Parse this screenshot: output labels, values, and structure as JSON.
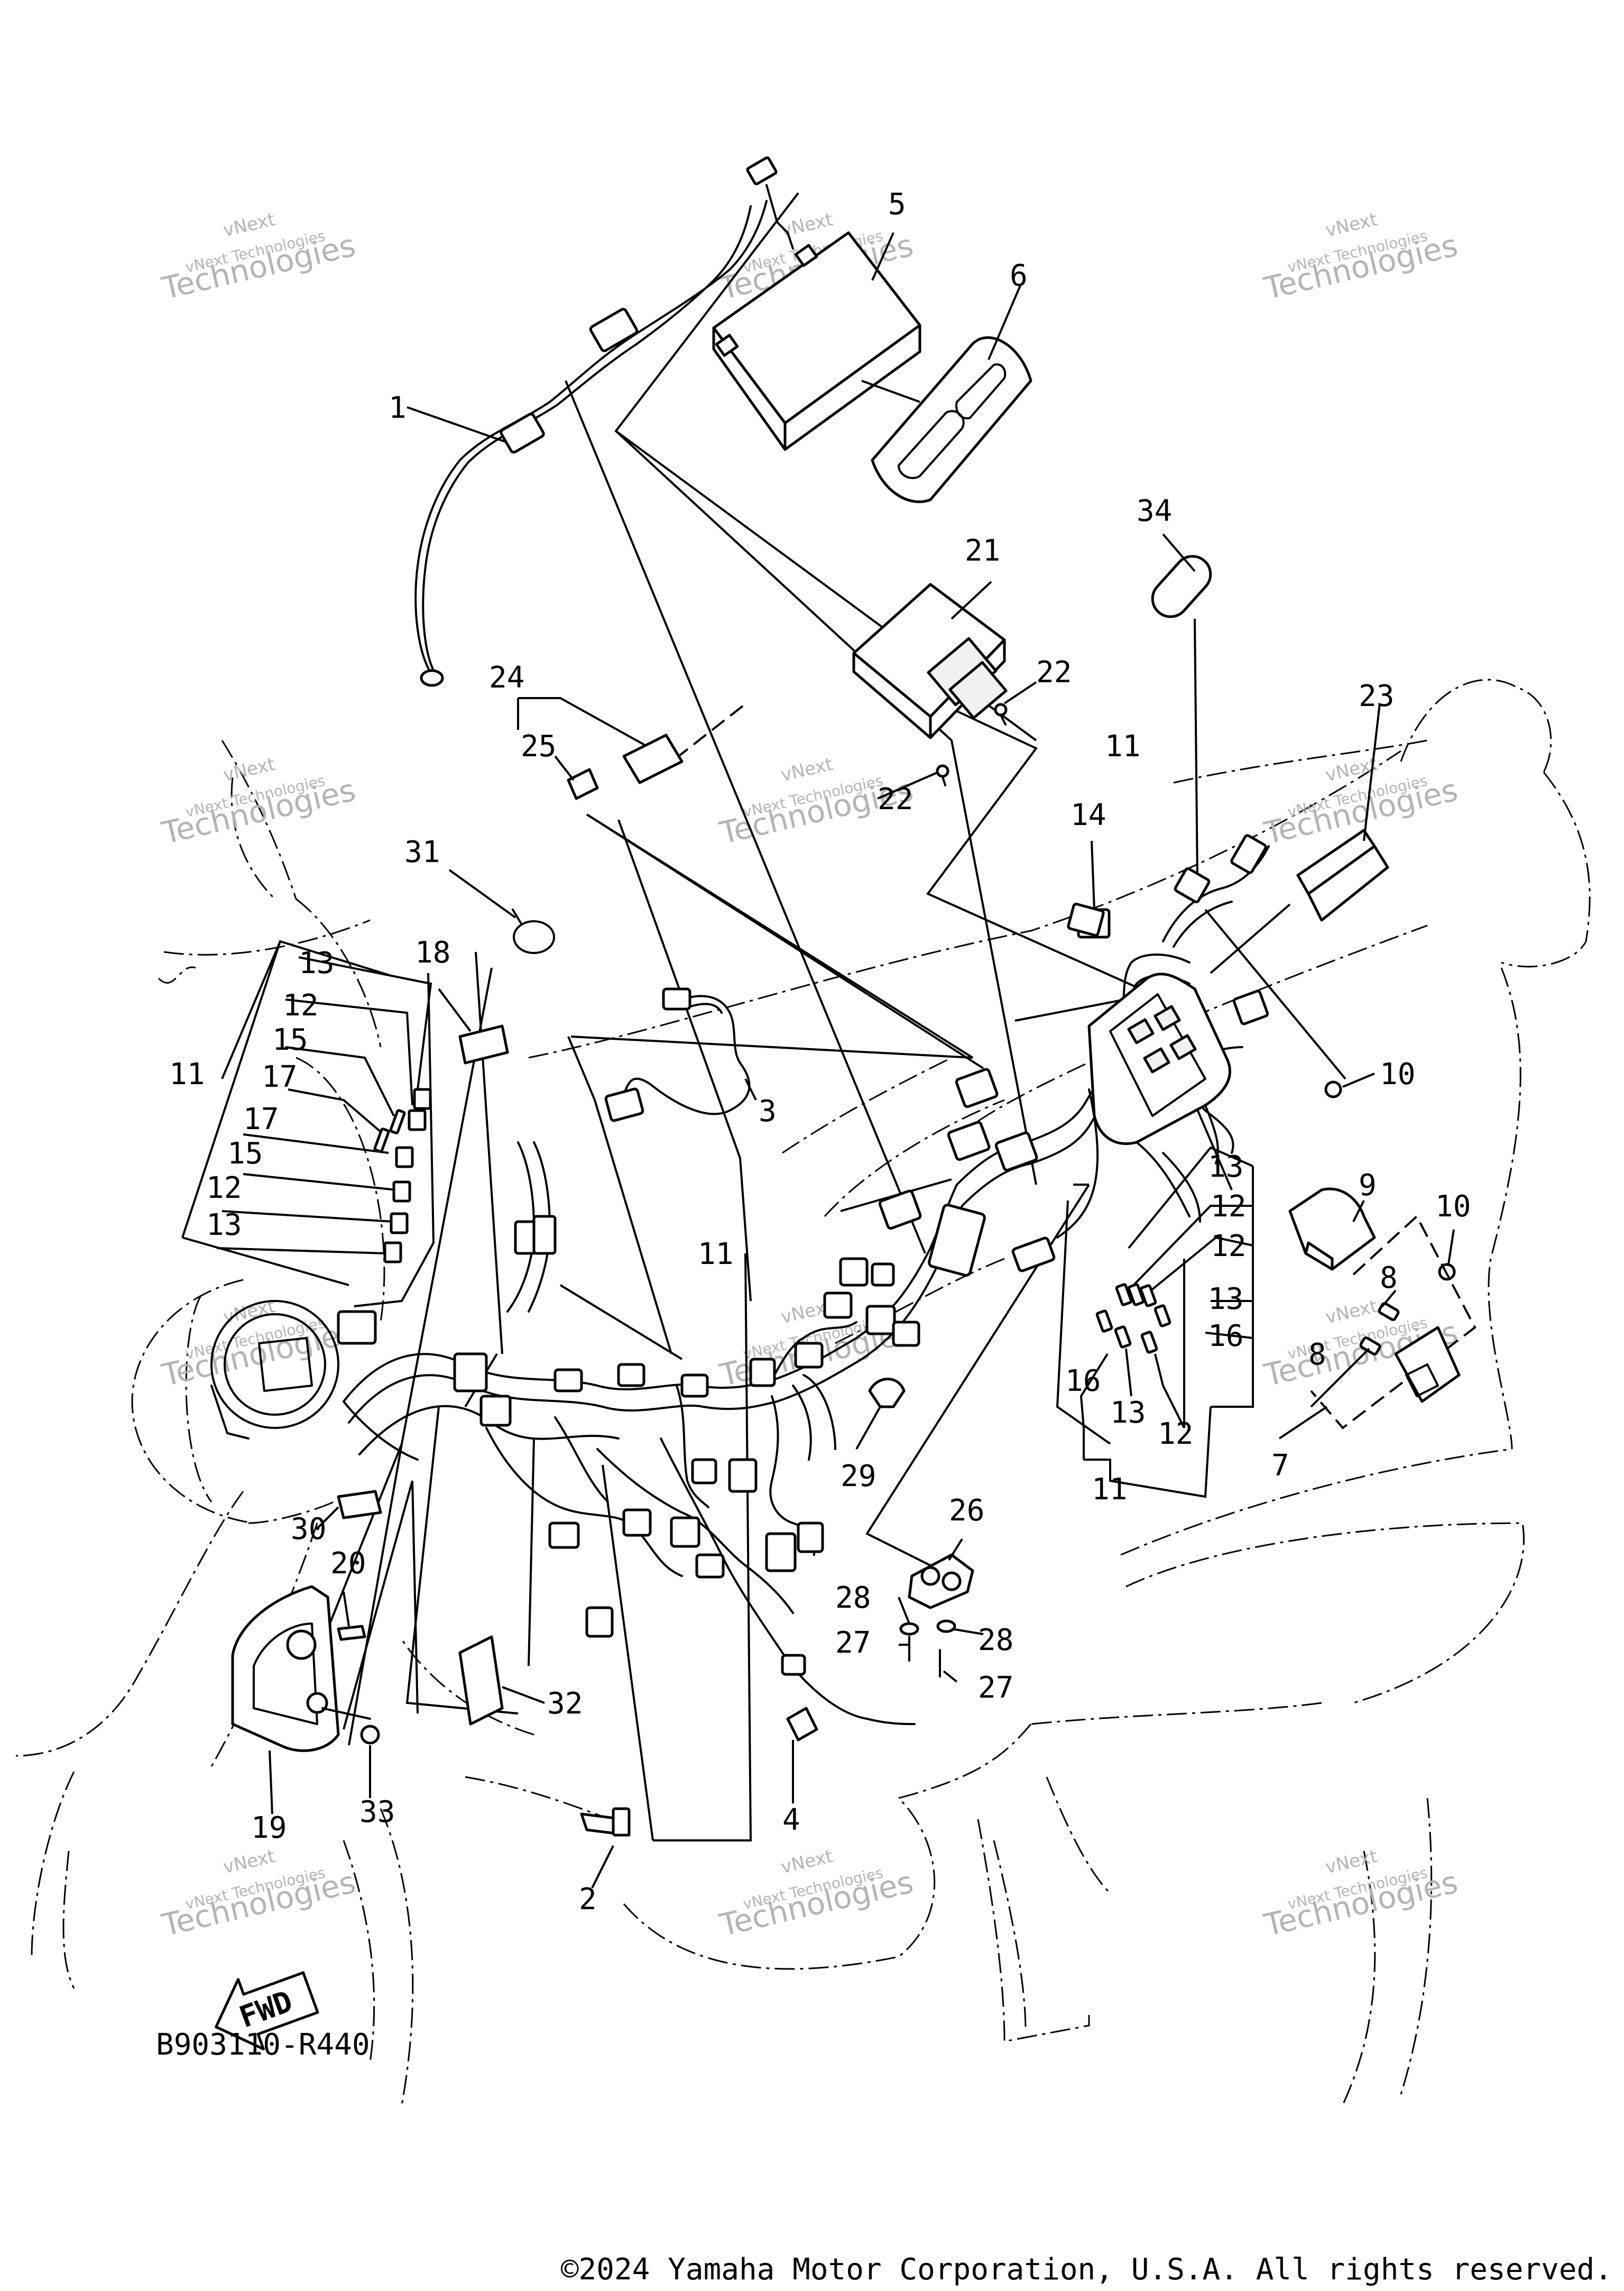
{
  "diagram": {
    "code": "B903110-R440",
    "fwd_label": "FWD",
    "copyright": "©2024 Yamaha Motor Corporation, U.S.A. All rights reserved.",
    "watermark": [
      "vNext Technologies",
      "vNext",
      "Technologies"
    ],
    "callouts": [
      {
        "id": "c1",
        "text": "1"
      },
      {
        "id": "c2",
        "text": "2"
      },
      {
        "id": "c3",
        "text": "3"
      },
      {
        "id": "c4",
        "text": "4"
      },
      {
        "id": "c5",
        "text": "5"
      },
      {
        "id": "c6",
        "text": "6"
      },
      {
        "id": "c7",
        "text": "7"
      },
      {
        "id": "c8a",
        "text": "8"
      },
      {
        "id": "c8b",
        "text": "8"
      },
      {
        "id": "c9",
        "text": "9"
      },
      {
        "id": "c10a",
        "text": "10"
      },
      {
        "id": "c10b",
        "text": "10"
      },
      {
        "id": "c11a",
        "text": "11"
      },
      {
        "id": "c11b",
        "text": "11"
      },
      {
        "id": "c11c",
        "text": "11"
      },
      {
        "id": "c11d",
        "text": "11"
      },
      {
        "id": "c12a",
        "text": "12"
      },
      {
        "id": "c12b",
        "text": "12"
      },
      {
        "id": "c12c",
        "text": "12"
      },
      {
        "id": "c12d",
        "text": "12"
      },
      {
        "id": "c12e",
        "text": "12"
      },
      {
        "id": "c13a",
        "text": "13"
      },
      {
        "id": "c13b",
        "text": "13"
      },
      {
        "id": "c13c",
        "text": "13"
      },
      {
        "id": "c13d",
        "text": "13"
      },
      {
        "id": "c13e",
        "text": "13"
      },
      {
        "id": "c14",
        "text": "14"
      },
      {
        "id": "c15a",
        "text": "15"
      },
      {
        "id": "c15b",
        "text": "15"
      },
      {
        "id": "c16a",
        "text": "16"
      },
      {
        "id": "c16b",
        "text": "16"
      },
      {
        "id": "c17a",
        "text": "17"
      },
      {
        "id": "c17b",
        "text": "17"
      },
      {
        "id": "c18",
        "text": "18"
      },
      {
        "id": "c19",
        "text": "19"
      },
      {
        "id": "c20",
        "text": "20"
      },
      {
        "id": "c21",
        "text": "21"
      },
      {
        "id": "c22a",
        "text": "22"
      },
      {
        "id": "c22b",
        "text": "22"
      },
      {
        "id": "c23",
        "text": "23"
      },
      {
        "id": "c24",
        "text": "24"
      },
      {
        "id": "c25",
        "text": "25"
      },
      {
        "id": "c26",
        "text": "26"
      },
      {
        "id": "c27a",
        "text": "27"
      },
      {
        "id": "c27b",
        "text": "27"
      },
      {
        "id": "c28a",
        "text": "28"
      },
      {
        "id": "c28b",
        "text": "28"
      },
      {
        "id": "c29",
        "text": "29"
      },
      {
        "id": "c30",
        "text": "30"
      },
      {
        "id": "c31",
        "text": "31"
      },
      {
        "id": "c32",
        "text": "32"
      },
      {
        "id": "c33",
        "text": "33"
      },
      {
        "id": "c34",
        "text": "34"
      }
    ]
  }
}
